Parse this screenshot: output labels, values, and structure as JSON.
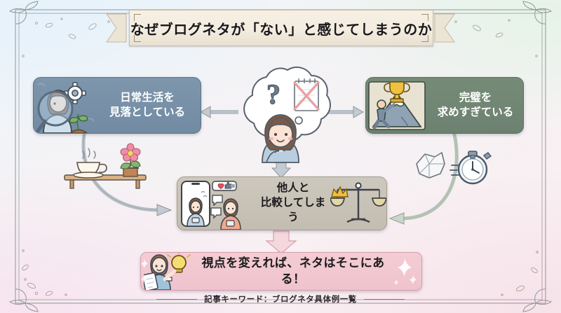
{
  "title": {
    "text": "なぜブログネタが「ない」と感じてしまうのか"
  },
  "center_thought": {
    "question_mark": "?",
    "icon_note": "crossed-out-notepad-icon",
    "character": "thinking-woman-illustration"
  },
  "causes": [
    {
      "id": "daily-life",
      "label": "日常生活を\n見落としている",
      "position": "left",
      "bg_color": "#728ba3",
      "text_color": "#ffffff",
      "icons": [
        "magnifier-person-icon",
        "gear-icon",
        "sprout-icon"
      ]
    },
    {
      "id": "perfectionism",
      "label": "完璧を\n求めすぎている",
      "position": "right",
      "bg_color": "#6c8170",
      "text_color": "#ffffff",
      "icons": [
        "mountain-climber-icon",
        "trophy-icon"
      ]
    },
    {
      "id": "comparison",
      "label": "他人と\n比較してしまう",
      "position": "center",
      "bg_color": "#c3bdb1",
      "text_color": "#1b1b1d",
      "icons": [
        "smartphone-icon",
        "heart-icon",
        "thumbs-up-icon",
        "chat-bubble-icon",
        "scales-icon",
        "crown-icon"
      ]
    }
  ],
  "conclusion": {
    "label": "視点を変えれば、ネタはそこにある！",
    "bg_color": "#f0c3cd",
    "text_color": "#1b1b1d",
    "icons": [
      "lightbulb-idea-woman-icon",
      "clipboard-icon",
      "sparkle-icon"
    ]
  },
  "decorations": {
    "left": [
      "coffee-cup-icon",
      "flower-pot-icon",
      "wooden-shelf-icon"
    ],
    "right": [
      "crumpled-paper-icon",
      "stopwatch-icon"
    ],
    "frame": "leaf-corner-ornament"
  },
  "arrows": [
    {
      "id": "thought-to-left",
      "direction": "left",
      "color": "#9aa3ac"
    },
    {
      "id": "thought-to-right",
      "direction": "right",
      "color": "#9aa3ac"
    },
    {
      "id": "thought-to-center",
      "direction": "down",
      "color": "#9aa3ac"
    },
    {
      "id": "left-to-center",
      "direction": "curve-right",
      "color": "#a6aeb6"
    },
    {
      "id": "right-to-center",
      "direction": "curve-left",
      "color": "#9aab9c"
    },
    {
      "id": "center-to-conclusion",
      "direction": "down",
      "color": "#e4b2bd"
    }
  ],
  "footer": {
    "text": "記事キーワード：ブログネタ具体例一覧"
  }
}
